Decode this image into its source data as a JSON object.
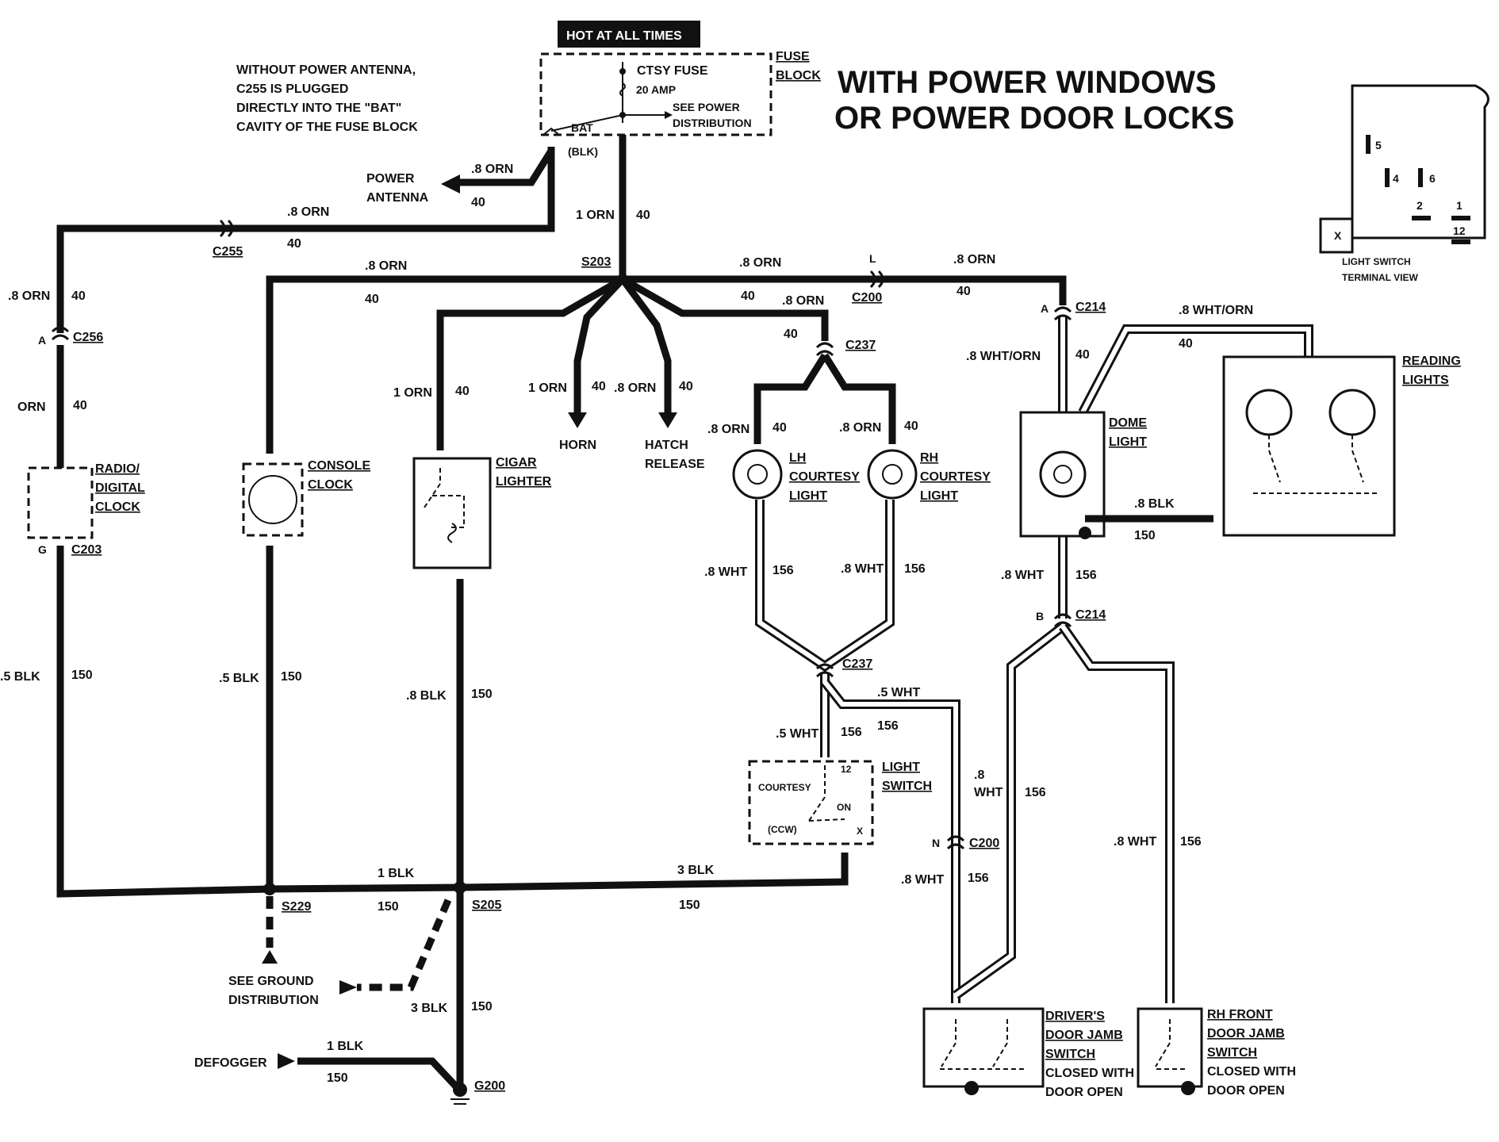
{
  "title": {
    "line1": "WITH  POWER WINDOWS",
    "line2": "OR  POWER DOOR LOCKS"
  },
  "notes": {
    "antenna_note": [
      "WITHOUT POWER ANTENNA,",
      "C255 IS PLUGGED",
      "DIRECTLY INTO THE \"BAT\"",
      "CAVITY OF THE FUSE BLOCK"
    ]
  },
  "fuse_block": {
    "hot_banner": "HOT AT ALL TIMES",
    "label": [
      "FUSE",
      "BLOCK"
    ],
    "fuse_name": "CTSY FUSE",
    "fuse_rating": "20 AMP",
    "see_power": [
      "SEE POWER",
      "DISTRIBUTION"
    ],
    "bat": "BAT",
    "blk": "(BLK)"
  },
  "connectors": {
    "C255": "C255",
    "C256": "C256",
    "C203": "C203",
    "S203": "S203",
    "C200_top": "C200",
    "C214_top": "C214",
    "C237_top": "C237",
    "C237_bottom": "C237",
    "C214_bottom": "C214",
    "C200_bottom": "C200",
    "S229": "S229",
    "S205": "S205",
    "G200": "G200"
  },
  "pins": {
    "A_c256": "A",
    "G_c203": "G",
    "L_c200": "L",
    "A_c214": "A",
    "B_c214": "B",
    "N_c200": "N"
  },
  "wire_labels": {
    "ant_orn": ".8 ORN",
    "ant_40": "40",
    "c255_orn": ".8 ORN",
    "c255_40": "40",
    "fuse_orn": "1 ORN",
    "fuse_40": "40",
    "left_orn": ".8 ORN",
    "left_40": "40",
    "radio_orn": "ORN",
    "radio_40": "40",
    "bus_left_orn": ".8 ORN",
    "bus_left_40": "40",
    "bus_right_orn": ".8 ORN",
    "bus_right_40": "40",
    "bus_far_orn": ".8 ORN",
    "bus_far_40": "40",
    "c237_orn": ".8 ORN",
    "c237_40": "40",
    "cigar_orn": "1 ORN",
    "cigar_40": "40",
    "horn_orn": "1 ORN",
    "horn_40": "40",
    "hatch_orn": ".8 ORN",
    "hatch_40": "40",
    "lh_orn": ".8 ORN",
    "lh_40": "40",
    "rh_orn": ".8 ORN",
    "rh_40": "40",
    "dome_wo": ".8 WHT/ORN",
    "dome_40": "40",
    "read_wo": ".8 WHT/ORN",
    "read_40": "40",
    "read_blk": ".8 BLK",
    "read_150": "150",
    "radio_blk": ".5 BLK",
    "radio_150": "150",
    "console_blk": ".5 BLK",
    "console_150": "150",
    "cigar_blk": ".8 BLK",
    "cigar_150": "150",
    "lh_wht": ".8 WHT",
    "lh_156": "156",
    "rh_wht": ".8 WHT",
    "rh_156": "156",
    "dome_wht": ".8 WHT",
    "dome_156": "156",
    "sw_wht": ".5 WHT",
    "sw_156": "156",
    "sw2_wht": ".5 WHT",
    "sw2_156": "156",
    "drv_wht": ".8",
    "drv_wht2": "WHT",
    "drv_156": "156",
    "rhd_wht": ".8 WHT",
    "rhd_156": "156",
    "c200_wht": ".8 WHT",
    "c200_156": "156",
    "gnd1_blk": "1 BLK",
    "gnd1_150": "150",
    "gnd3_blk": "3 BLK",
    "gnd3_150": "150",
    "g200_blk": "3 BLK",
    "g200_150": "150",
    "def_blk": "1 BLK",
    "def_150": "150"
  },
  "components": {
    "power_antenna": [
      "POWER",
      "ANTENNA"
    ],
    "radio": [
      "RADIO/",
      "DIGITAL",
      "CLOCK"
    ],
    "console_clock": [
      "CONSOLE",
      "CLOCK"
    ],
    "cigar_lighter": [
      "CIGAR",
      "LIGHTER"
    ],
    "horn": "HORN",
    "hatch_release": [
      "HATCH",
      "RELEASE"
    ],
    "lh_courtesy": [
      "LH",
      "COURTESY",
      "LIGHT"
    ],
    "rh_courtesy": [
      "RH",
      "COURTESY",
      "LIGHT"
    ],
    "dome_light": [
      "DOME",
      "LIGHT"
    ],
    "reading_lights": [
      "READING",
      "LIGHTS"
    ],
    "light_switch": [
      "LIGHT",
      "SWITCH"
    ],
    "light_switch_parts": {
      "courtesy": "COURTESY",
      "on": "ON",
      "ccw": "(CCW)",
      "pin12": "12",
      "pinx": "X"
    },
    "drivers_switch": [
      "DRIVER'S",
      "DOOR JAMB",
      "SWITCH",
      "CLOSED WITH",
      "DOOR OPEN"
    ],
    "rh_switch": [
      "RH FRONT",
      "DOOR JAMB",
      "SWITCH",
      "CLOSED WITH",
      "DOOR OPEN"
    ],
    "see_ground": [
      "SEE GROUND",
      "DISTRIBUTION"
    ],
    "defogger": "DEFOGGER"
  },
  "terminal_view": {
    "caption": [
      "LIGHT SWITCH",
      "TERMINAL VIEW"
    ],
    "pins": [
      "5",
      "4",
      "6",
      "2",
      "1",
      "12",
      "X"
    ]
  }
}
